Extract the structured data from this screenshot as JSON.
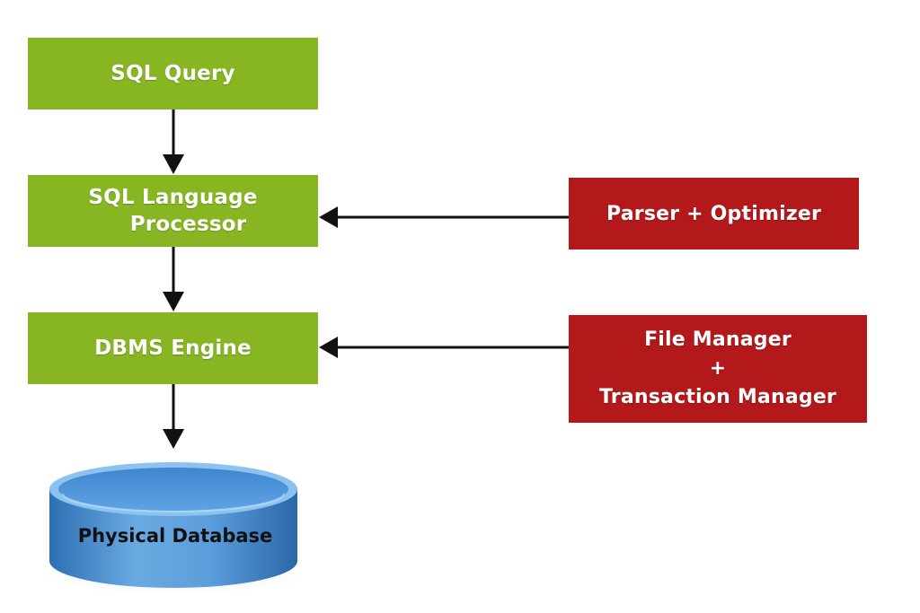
{
  "diagram": {
    "sql_query": "SQL Query",
    "language_processor": {
      "line1": "SQL Language",
      "line2": "Processor"
    },
    "dbms_engine": "DBMS Engine",
    "parser_optimizer": "Parser + Optimizer",
    "file_manager": {
      "line1": "File Manager",
      "line2": "+",
      "line3": "Transaction Manager"
    },
    "database": "Physical Database"
  },
  "colors": {
    "green": "#88b623",
    "red": "#b3191b",
    "database_blue": "#4d8fd0",
    "arrow": "#111111"
  }
}
